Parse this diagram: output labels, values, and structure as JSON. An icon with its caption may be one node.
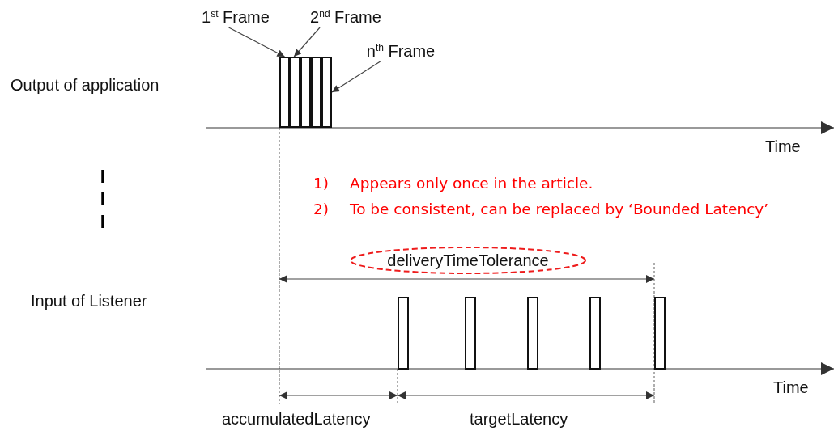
{
  "diagram": {
    "nodes": [
      {
        "text": [
          "1$^{st}$ Frame"
        ]
      },
      {
        "text": [
          "2$^{nd}$ Frame"
        ]
      },
      {
        "text": [
          "n$^{th}$ Frame"
        ]
      },
      {
        "text": [],
        "shape": "box"
      },
      {
        "text": [],
        "shape": "box"
      },
      {
        "text": [],
        "shape": "box"
      },
      {
        "text": [],
        "shape": "box"
      },
      {
        "text": [],
        "shape": "box"
      },
      {
        "text": [
          "deliveryTimeTolerance"
        ]
      }
    ],
    "edges": [
      {
        "from": 0,
        "to": 3,
        "arrow": "to"
      },
      {
        "from": 1,
        "to": 4,
        "arrow": "to"
      },
      {
        "from": 2,
        "to": 7,
        "arrow": "to"
      }
    ],
    "labels": [
      "Output of application",
      "Time",
      "1)",
      "Appears only once in the article.",
      "2)",
      "To be consistent, can be replaced by ‘Bounded Latency’",
      "Input of Listener",
      "Time",
      "accumulatedLatency",
      "targetLatency"
    ]
  }
}
